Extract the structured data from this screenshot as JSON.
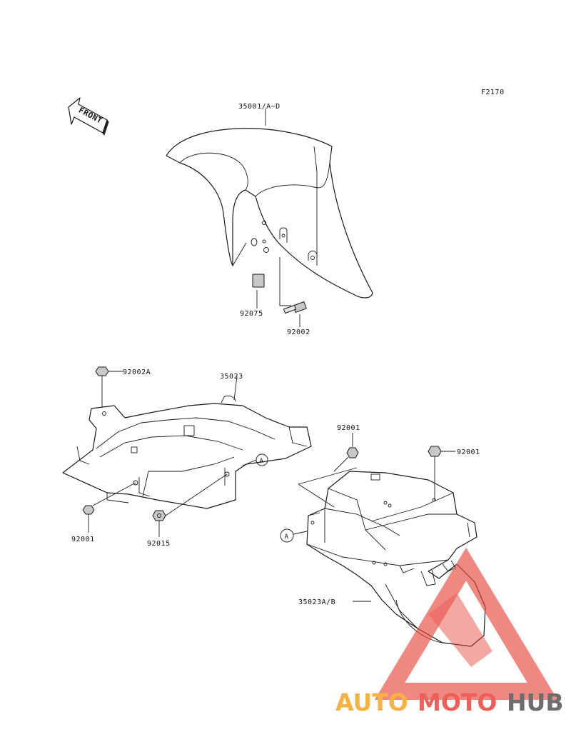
{
  "figure_code": "F2170",
  "front_arrow": {
    "label": "FRONT"
  },
  "callouts": {
    "ref_a_upper": "A",
    "ref_a_lower": "A"
  },
  "parts": [
    {
      "id": "p35001",
      "number": "35001/A~D"
    },
    {
      "id": "p92075",
      "number": "92075"
    },
    {
      "id": "p92002",
      "number": "92002"
    },
    {
      "id": "p92002a",
      "number": "92002A"
    },
    {
      "id": "p35023",
      "number": "35023"
    },
    {
      "id": "p92001_left",
      "number": "92001"
    },
    {
      "id": "p92015",
      "number": "92015"
    },
    {
      "id": "p92001_top",
      "number": "92001"
    },
    {
      "id": "p92001_right",
      "number": "92001"
    },
    {
      "id": "p35023ab",
      "number": "35023A/B"
    }
  ],
  "watermark": {
    "brand_part1": "AUTO",
    "brand_part2": "MOTO",
    "brand_part3": "HUB",
    "color_orange": "#f5a623",
    "color_red": "#e8453c",
    "color_gray": "#555555"
  }
}
